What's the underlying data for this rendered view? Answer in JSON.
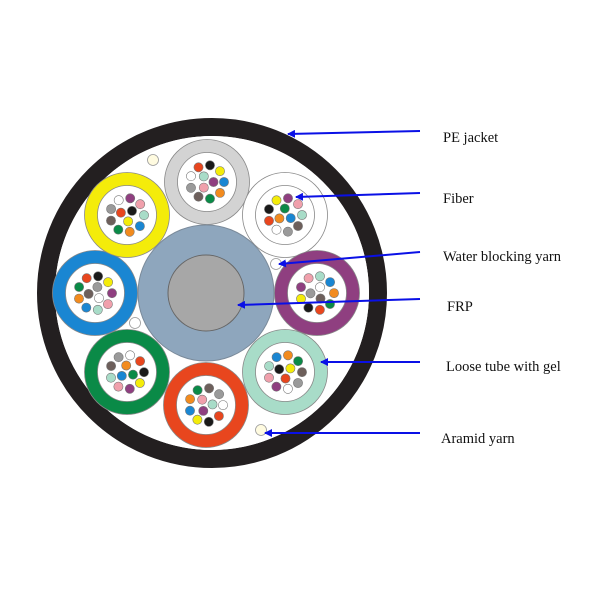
{
  "labels": {
    "pe_jacket": "PE jacket",
    "fiber": "Fiber",
    "water_blocking_yarn": "Water blocking yarn",
    "frp": "FRP",
    "loose_tube": "Loose tube with gel",
    "aramid_yarn": "Aramid yarn"
  },
  "colors": {
    "jacket": "#231f20",
    "frp_sheath": "#8ea6bd",
    "frp_core": "#a7a7a7",
    "arrow": "#0a10e6",
    "tubes": [
      "#d3d3d3",
      "#ffffff",
      "#8f3f80",
      "#a8dcc8",
      "#e8461e",
      "#0a8a47",
      "#1a86d2",
      "#f4ec0a"
    ],
    "fibers": [
      "#1a86d2",
      "#f28b1e",
      "#0a8a47",
      "#6d5f5b",
      "#9a9a9a",
      "#ffffff",
      "#e8461e",
      "#1a1a1a",
      "#f4ec0a",
      "#8f3f80",
      "#f0a0ac",
      "#a8dcc8"
    ]
  }
}
